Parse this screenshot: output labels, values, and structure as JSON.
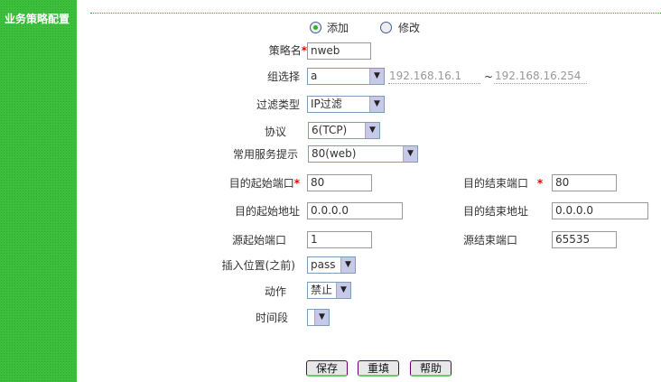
{
  "sidebar": {
    "title": "业务策略配置"
  },
  "mode": {
    "add": "添加",
    "modify": "修改",
    "selected": "add"
  },
  "form": {
    "policy_name": {
      "label": "策略名",
      "value": "nweb"
    },
    "group": {
      "label": "组选择",
      "value": "a",
      "ip_start": "192.168.16.1",
      "sep": "~",
      "ip_end": "192.168.16.254"
    },
    "filter_type": {
      "label": "过滤类型",
      "value": "IP过滤"
    },
    "protocol": {
      "label": "协议",
      "value": "6(TCP)"
    },
    "service": {
      "label": "常用服务提示",
      "value": "80(web)"
    },
    "dst_start_port": {
      "label": "目的起始端口",
      "value": "80"
    },
    "dst_end_port": {
      "label": "目的结束端口",
      "value": "80"
    },
    "dst_start_addr": {
      "label": "目的起始地址",
      "value": "0.0.0.0"
    },
    "dst_end_addr": {
      "label": "目的结束地址",
      "value": "0.0.0.0"
    },
    "src_start_port": {
      "label": "源起始端口",
      "value": "1"
    },
    "src_end_port": {
      "label": "源结束端口",
      "value": "65535"
    },
    "insert_pos": {
      "label": "插入位置(之前)",
      "value": "pass"
    },
    "action": {
      "label": "动作",
      "value": "禁止"
    },
    "time": {
      "label": "时间段",
      "value": ""
    },
    "required": "*"
  },
  "buttons": {
    "save": "保存",
    "reset": "重填",
    "help": "帮助"
  }
}
